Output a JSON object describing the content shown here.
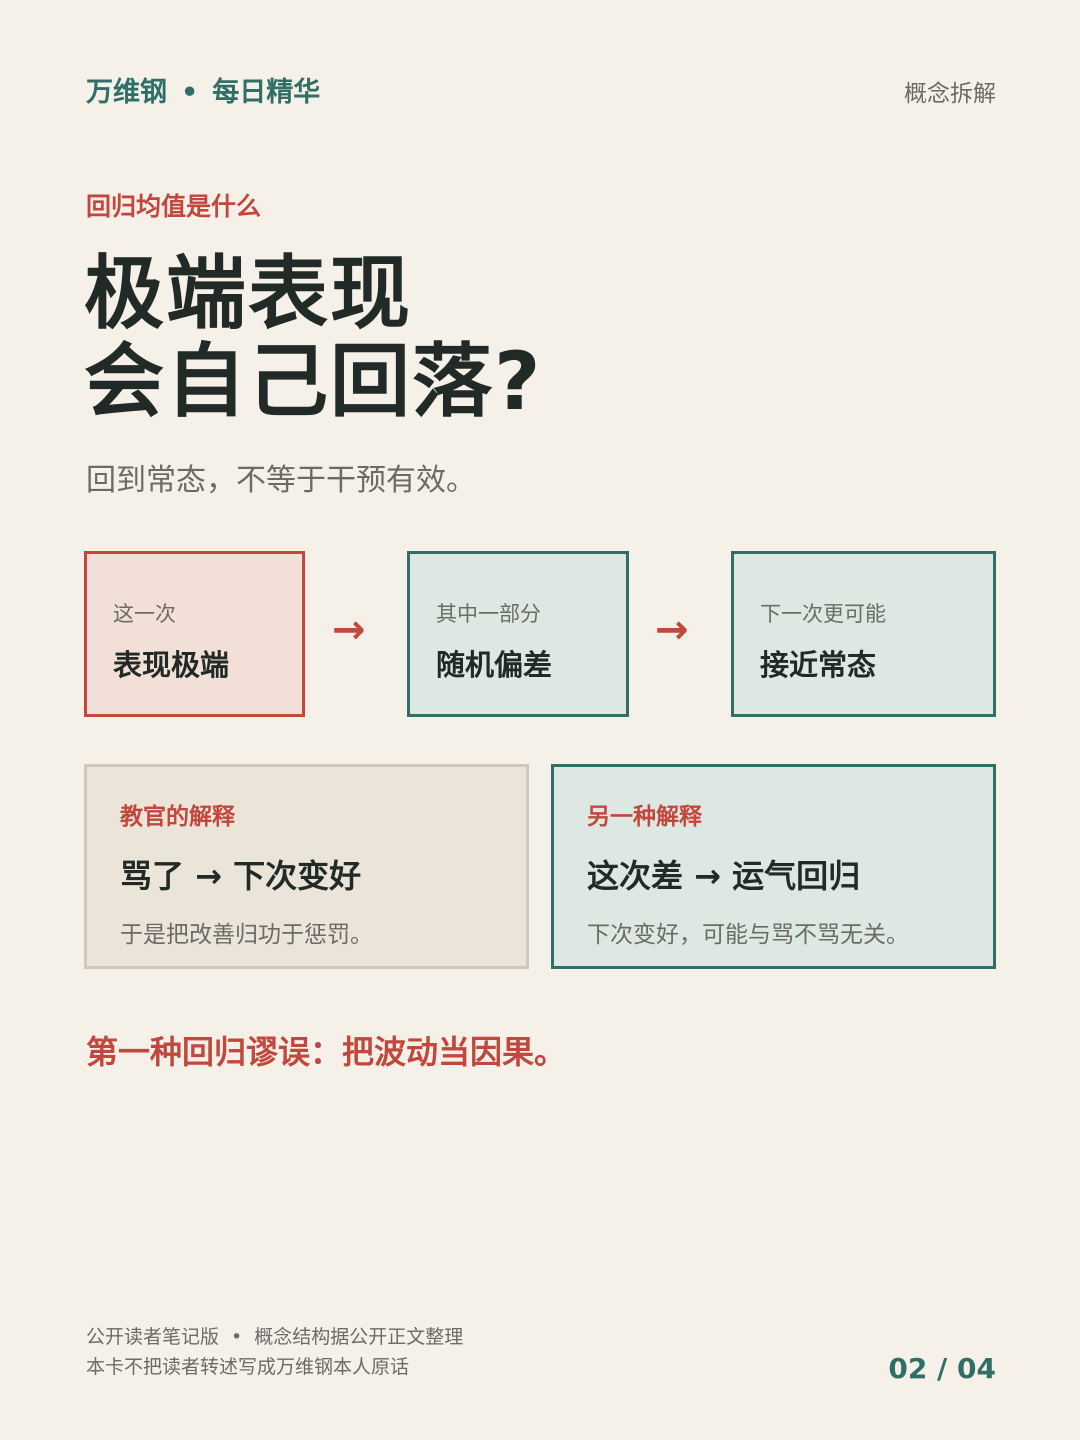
{
  "header": {
    "brand": "万维钢",
    "separator": "•",
    "series": "每日精华",
    "tag": "概念拆解"
  },
  "kicker": "回归均值是什么",
  "title": {
    "line1": "极端表现",
    "line2": "会自己回落?"
  },
  "subtitle": "回到常态，不等于干预有效。",
  "flow": {
    "arrow": "→",
    "steps": [
      {
        "label": "这一次",
        "value": "表现极端"
      },
      {
        "label": "其中一部分",
        "value": "随机偏差"
      },
      {
        "label": "下一次更可能",
        "value": "接近常态"
      }
    ]
  },
  "cards": [
    {
      "title": "教官的解释",
      "main": "骂了 → 下次变好",
      "note": "于是把改善归功于惩罚。"
    },
    {
      "title": "另一种解释",
      "main": "这次差 → 运气回归",
      "note": "下次变好，可能与骂不骂无关。"
    }
  ],
  "conclusion": "第一种回归谬误：把波动当因果。",
  "footer": {
    "note1a": "公开读者笔记版",
    "separator": "•",
    "note1b": "概念结构据公开正文整理",
    "note2": "本卡不把读者转述写成万维钢本人原话",
    "page": "02 / 04"
  },
  "colors": {
    "background": "#f5f1e9",
    "accent_teal": "#2f6f68",
    "accent_red": "#c2483e",
    "text_dark": "#222a27",
    "text_muted": "#6b6b66"
  }
}
